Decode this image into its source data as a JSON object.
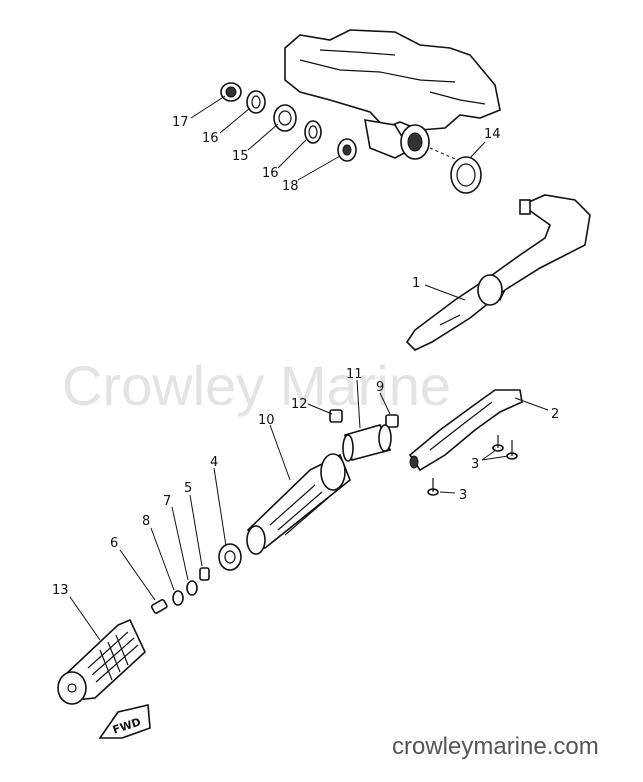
{
  "watermark": "Crowley Marine",
  "website": "crowleymarine.com",
  "fwd_label": "FWD",
  "labels": {
    "p1": "1",
    "p2": "2",
    "p3a": "3",
    "p3b": "3",
    "p4": "4",
    "p5": "5",
    "p6": "6",
    "p7": "7",
    "p8": "8",
    "p9": "9",
    "p10": "10",
    "p11": "11",
    "p12": "12",
    "p13": "13",
    "p14": "14",
    "p15": "15",
    "p16a": "16",
    "p16b": "16",
    "p17": "17",
    "p18": "18"
  }
}
